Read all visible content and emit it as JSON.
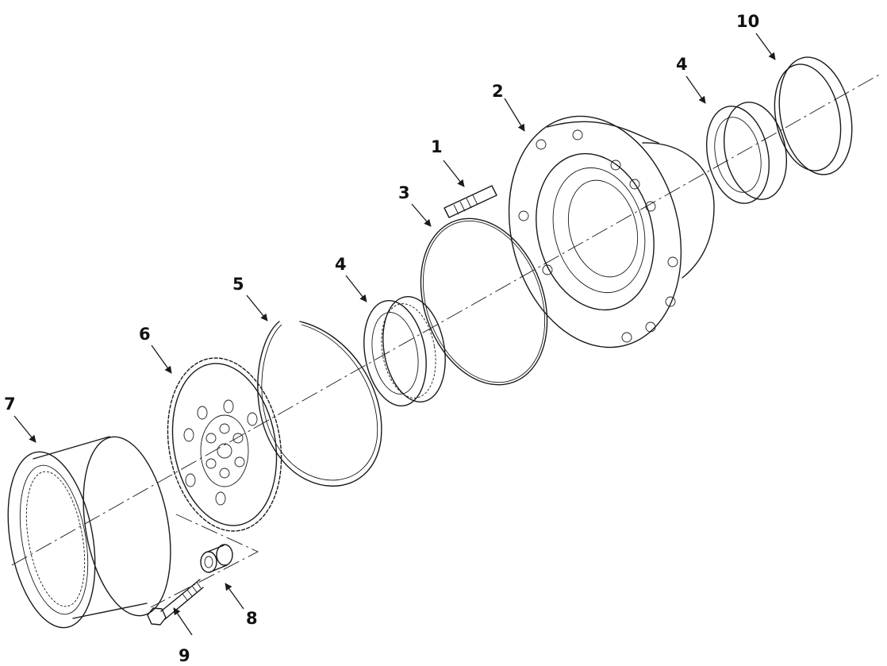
{
  "callouts": [
    {
      "id": "c1",
      "label": "1"
    },
    {
      "id": "c2",
      "label": "2"
    },
    {
      "id": "c3",
      "label": "3"
    },
    {
      "id": "c4a",
      "label": "4"
    },
    {
      "id": "c4b",
      "label": "4"
    },
    {
      "id": "c5",
      "label": "5"
    },
    {
      "id": "c6",
      "label": "6"
    },
    {
      "id": "c7",
      "label": "7"
    },
    {
      "id": "c8",
      "label": "8"
    },
    {
      "id": "c9",
      "label": "9"
    },
    {
      "id": "c10",
      "label": "10"
    }
  ]
}
